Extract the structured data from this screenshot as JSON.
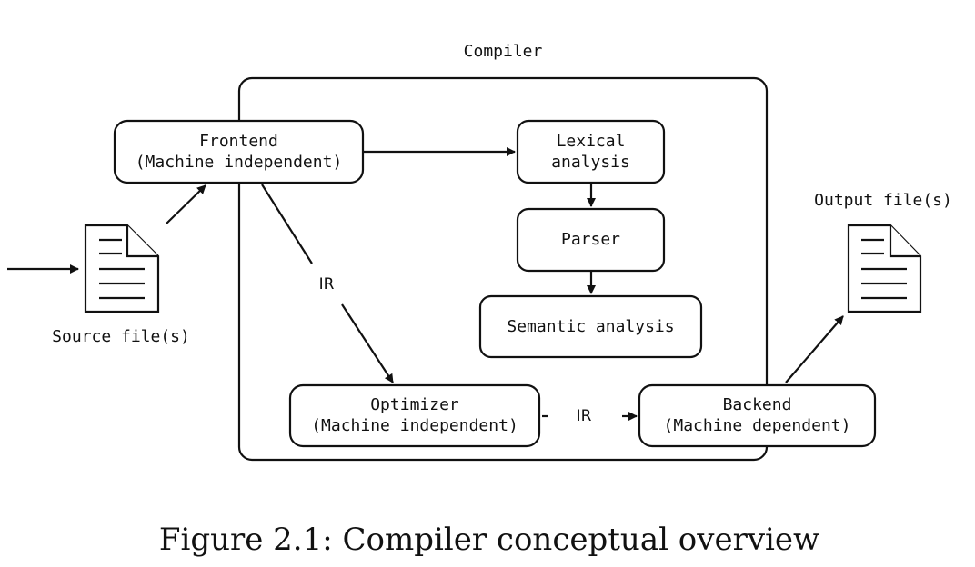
{
  "labels": {
    "compiler": "Compiler",
    "frontend_line1": "Frontend",
    "frontend_line2": "(Machine independent)",
    "lexical_line1": "Lexical",
    "lexical_line2": "analysis",
    "parser": "Parser",
    "semantic": "Semantic analysis",
    "optimizer_line1": "Optimizer",
    "optimizer_line2": "(Machine independent)",
    "backend_line1": "Backend",
    "backend_line2": "(Machine dependent)",
    "source_files": "Source file(s)",
    "output_files": "Output file(s)",
    "ir_frontend_optimizer": "IR",
    "ir_optimizer_backend": "IR"
  },
  "caption": "Figure 2.1: Compiler conceptual overview",
  "icons": {
    "source": "document-icon",
    "output": "document-icon"
  }
}
